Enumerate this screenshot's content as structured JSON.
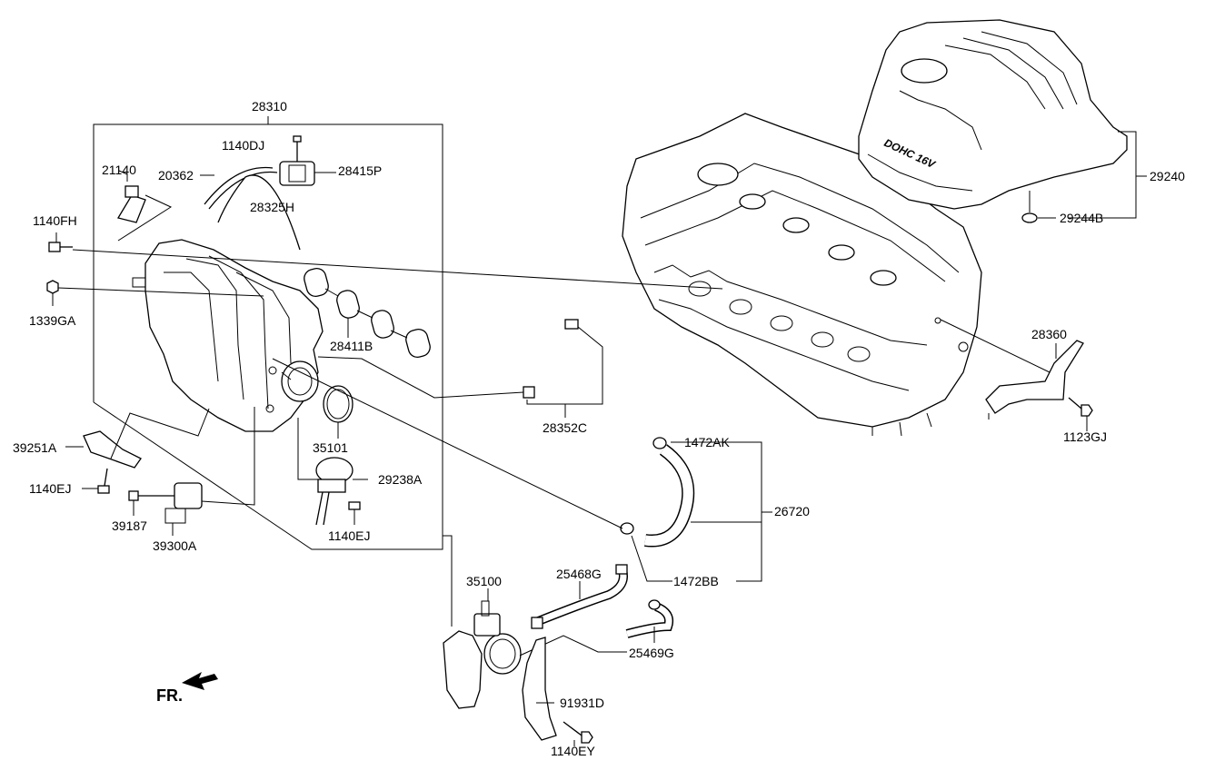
{
  "labels": {
    "p28310": "28310",
    "p1140dj": "1140DJ",
    "p21140": "21140",
    "p20362": "20362",
    "p28415p": "28415P",
    "p28325h": "28325H",
    "p1140fh": "1140FH",
    "p1339ga": "1339GA",
    "p28411b": "28411B",
    "p28352c": "28352C",
    "p35101": "35101",
    "p29238a": "29238A",
    "p1140ej_a": "1140EJ",
    "p39251a": "39251A",
    "p1140ej_b": "1140EJ",
    "p39187": "39187",
    "p39300a": "39300A",
    "p1472ak": "1472AK",
    "p26720": "26720",
    "p1472bb": "1472BB",
    "p35100": "35100",
    "p25468g": "25468G",
    "p25469g": "25469G",
    "p91931d": "91931D",
    "p1140ey": "1140EY",
    "p29240": "29240",
    "p29244b": "29244B",
    "p28360": "28360",
    "p1123gj": "1123GJ",
    "fr": "FR.",
    "cover_text": "DOHC 16V"
  }
}
